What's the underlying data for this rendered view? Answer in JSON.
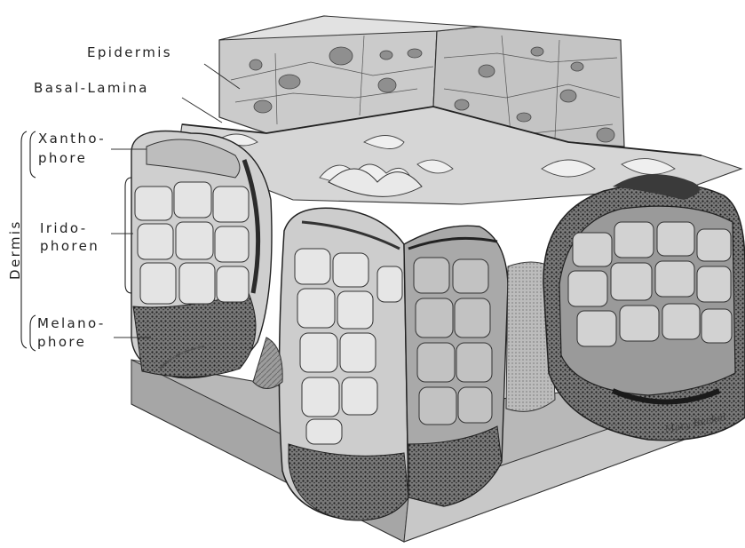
{
  "labels": {
    "epidermis": "Epidermis",
    "basal_lamina": "Basal-Lamina",
    "xanthophore_1": "Xantho-",
    "xanthophore_2": "phore",
    "iridophoren_1": "Irido-",
    "iridophoren_2": "phoren",
    "melanophore_1": "Melano-",
    "melanophore_2": "phore",
    "dermis": "Dermis"
  },
  "signature": "Mary Beckel",
  "colors": {
    "ink": "#222222",
    "epidermis_fill": "#c9c9c9",
    "dermis_fill": "#bdbdbd",
    "cell_fill": "#d8d8d8",
    "shadow": "#5a5a5a",
    "melanin": "#3a3a3a"
  }
}
